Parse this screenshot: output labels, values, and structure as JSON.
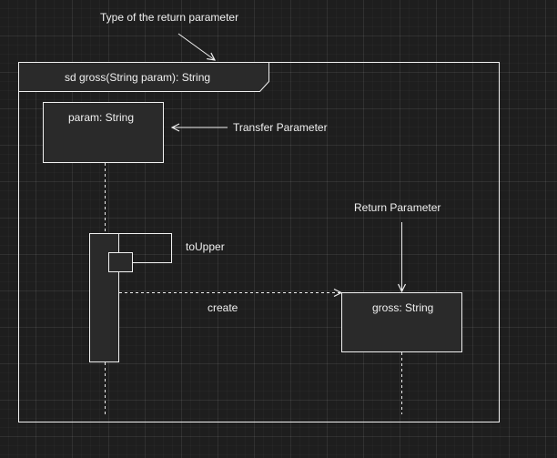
{
  "frame": {
    "title": "sd gross(String param): String"
  },
  "lifelines": {
    "param": {
      "label": "param: String"
    },
    "gross": {
      "label": "gross: String"
    }
  },
  "messages": {
    "self_call": "toUpper",
    "create": "create"
  },
  "annotations": {
    "return_type": "Type of the return parameter",
    "transfer_parameter": "Transfer Parameter",
    "return_parameter": "Return Parameter"
  },
  "colors": {
    "background": "#1e1e1e",
    "stroke": "#f0f0f0",
    "fill": "#2a2a2a"
  }
}
